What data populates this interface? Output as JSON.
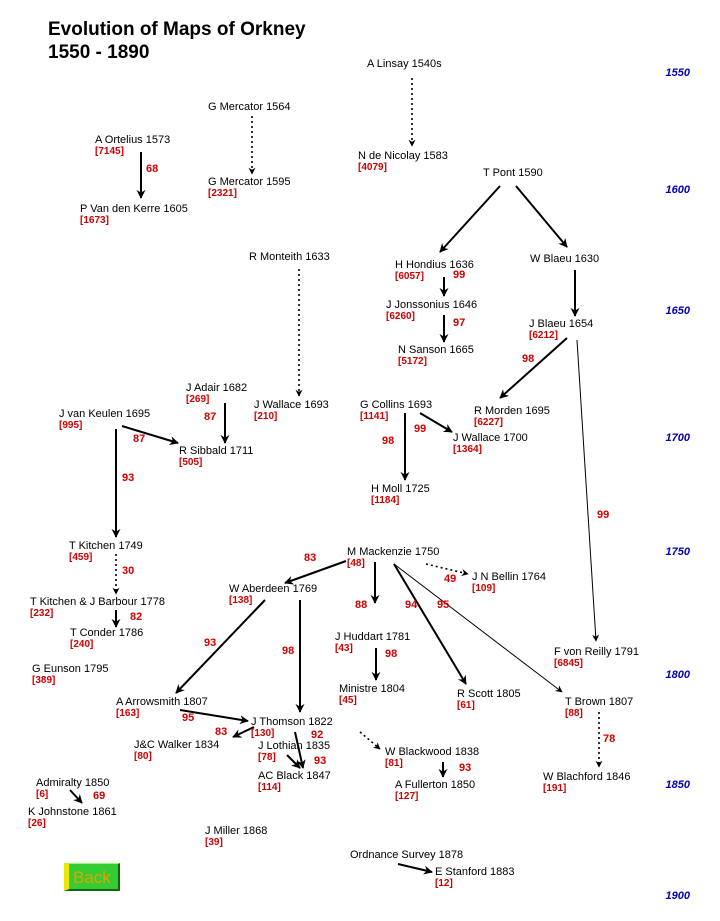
{
  "title": {
    "line1": "Evolution of Maps of Orkney",
    "line2": "1550 - 1890"
  },
  "years": [
    "1550",
    "1600",
    "1650",
    "1700",
    "1750",
    "1800",
    "1850",
    "1900"
  ],
  "nodes": [
    {
      "id": "linsay",
      "name": "A Linsay 1540s",
      "ref": ""
    },
    {
      "id": "mercator1564",
      "name": "G Mercator 1564",
      "ref": ""
    },
    {
      "id": "ortelius",
      "name": "A Ortelius 1573",
      "ref": "[7145]"
    },
    {
      "id": "nicolay",
      "name": "N de Nicolay 1583",
      "ref": "[4079]"
    },
    {
      "id": "mercator1595",
      "name": "G Mercator 1595",
      "ref": "[2321]"
    },
    {
      "id": "pont",
      "name": "T Pont 1590",
      "ref": ""
    },
    {
      "id": "kerre",
      "name": "P Van den Kerre 1605",
      "ref": "[1673]"
    },
    {
      "id": "monteith",
      "name": "R Monteith 1633",
      "ref": ""
    },
    {
      "id": "hondius",
      "name": "H Hondius 1636",
      "ref": "[6057]"
    },
    {
      "id": "wblaeu",
      "name": "W Blaeu 1630",
      "ref": ""
    },
    {
      "id": "jonssonius",
      "name": "J Jonssonius 1646",
      "ref": "[6260]"
    },
    {
      "id": "jblaeu",
      "name": "J Blaeu 1654",
      "ref": "[6212]"
    },
    {
      "id": "sanson",
      "name": "N Sanson 1665",
      "ref": "[5172]"
    },
    {
      "id": "adair",
      "name": "J Adair 1682",
      "ref": "[269]"
    },
    {
      "id": "wallace1693",
      "name": "J Wallace 1693",
      "ref": "[210]"
    },
    {
      "id": "collins",
      "name": "G Collins 1693",
      "ref": "[1141]"
    },
    {
      "id": "morden",
      "name": "R Morden 1695",
      "ref": "[6227]"
    },
    {
      "id": "keulen",
      "name": "J van Keulen 1695",
      "ref": "[995]"
    },
    {
      "id": "wallace1700",
      "name": "J Wallace 1700",
      "ref": "[1364]"
    },
    {
      "id": "sibbald",
      "name": "R Sibbald 1711",
      "ref": "[505]"
    },
    {
      "id": "moll",
      "name": "H Moll 1725",
      "ref": "[1184]"
    },
    {
      "id": "kitchen1749",
      "name": "T Kitchen 1749",
      "ref": "[459]"
    },
    {
      "id": "mackenzie",
      "name": "M Mackenzie 1750",
      "ref": "[48]"
    },
    {
      "id": "bellin",
      "name": "J N Bellin 1764",
      "ref": "[109]"
    },
    {
      "id": "aberdeen",
      "name": "W Aberdeen 1769",
      "ref": "[138]"
    },
    {
      "id": "kitbar",
      "name": "T Kitchen & J Barbour 1778",
      "ref": "[232]"
    },
    {
      "id": "huddart",
      "name": "J Huddart 1781",
      "ref": "[43]"
    },
    {
      "id": "conder",
      "name": "T Conder 1786",
      "ref": "[240]"
    },
    {
      "id": "reilly",
      "name": "F von Reilly 1791",
      "ref": "[6845]"
    },
    {
      "id": "eunson",
      "name": "G Eunson 1795",
      "ref": "[389]"
    },
    {
      "id": "ministre",
      "name": "Ministre 1804",
      "ref": "[45]"
    },
    {
      "id": "scott",
      "name": "R Scott 1805",
      "ref": "[61]"
    },
    {
      "id": "arrowsmith",
      "name": "A Arrowsmith 1807",
      "ref": "[163]"
    },
    {
      "id": "tbrown",
      "name": "T Brown 1807",
      "ref": "[88]"
    },
    {
      "id": "thomson",
      "name": "J Thomson 1822",
      "ref": "[130]"
    },
    {
      "id": "jcwalker",
      "name": "J&C Walker 1834",
      "ref": "[80]"
    },
    {
      "id": "lothian",
      "name": "J Lothian 1835",
      "ref": "[78]"
    },
    {
      "id": "blackwood",
      "name": "W Blackwood 1838",
      "ref": "[81]"
    },
    {
      "id": "blachford",
      "name": "W Blachford 1846",
      "ref": "[191]"
    },
    {
      "id": "acblack",
      "name": "AC Black 1847",
      "ref": "[114]"
    },
    {
      "id": "admiralty",
      "name": "Admiralty 1850",
      "ref": "[6]"
    },
    {
      "id": "fullerton",
      "name": "A Fullerton 1850",
      "ref": "[127]"
    },
    {
      "id": "johnstone",
      "name": "K Johnstone 1861",
      "ref": "[26]"
    },
    {
      "id": "miller",
      "name": "J Miller 1868",
      "ref": "[39]"
    },
    {
      "id": "ordnance",
      "name": "Ordnance Survey 1878",
      "ref": ""
    },
    {
      "id": "stanford",
      "name": "E Stanford 1883",
      "ref": "[12]"
    }
  ],
  "edges": [
    {
      "from": "linsay",
      "to": "nicolay",
      "style": "dotted",
      "label": ""
    },
    {
      "from": "mercator1564",
      "to": "mercator1595",
      "style": "dotted",
      "label": ""
    },
    {
      "from": "ortelius",
      "to": "kerre",
      "style": "solid",
      "label": "68"
    },
    {
      "from": "pont",
      "to": "hondius",
      "style": "solid",
      "label": ""
    },
    {
      "from": "pont",
      "to": "wblaeu",
      "style": "solid",
      "label": ""
    },
    {
      "from": "hondius",
      "to": "jonssonius",
      "style": "solid",
      "label": "99"
    },
    {
      "from": "jonssonius",
      "to": "sanson",
      "style": "solid",
      "label": "97"
    },
    {
      "from": "wblaeu",
      "to": "jblaeu",
      "style": "solid",
      "label": ""
    },
    {
      "from": "jblaeu",
      "to": "morden",
      "style": "solid",
      "label": "98"
    },
    {
      "from": "jblaeu",
      "to": "reilly",
      "style": "thin",
      "label": "99"
    },
    {
      "from": "monteith",
      "to": "wallace1693",
      "style": "dotted",
      "label": ""
    },
    {
      "from": "adair",
      "to": "sibbald",
      "style": "solid",
      "label": "87"
    },
    {
      "from": "keulen",
      "to": "sibbald",
      "style": "solid",
      "label": "87"
    },
    {
      "from": "collins",
      "to": "wallace1700",
      "style": "solid",
      "label": "99"
    },
    {
      "from": "collins",
      "to": "moll",
      "style": "solid",
      "label": "98"
    },
    {
      "from": "keulen",
      "to": "kitchen1749",
      "style": "solid",
      "label": "93"
    },
    {
      "from": "kitchen1749",
      "to": "kitbar",
      "style": "dotted",
      "label": "30"
    },
    {
      "from": "kitbar",
      "to": "conder",
      "style": "solid",
      "label": "82"
    },
    {
      "from": "mackenzie",
      "to": "aberdeen",
      "style": "solid",
      "label": "83"
    },
    {
      "from": "mackenzie",
      "to": "bellin",
      "style": "dotted",
      "label": "49"
    },
    {
      "from": "mackenzie",
      "to": "huddart",
      "style": "solid",
      "label": "88"
    },
    {
      "from": "mackenzie",
      "to": "scott",
      "style": "solid",
      "label": "94"
    },
    {
      "from": "mackenzie",
      "to": "tbrown",
      "style": "thin",
      "label": "95"
    },
    {
      "from": "huddart",
      "to": "ministre",
      "style": "solid",
      "label": "98"
    },
    {
      "from": "aberdeen",
      "to": "arrowsmith",
      "style": "solid",
      "label": "93"
    },
    {
      "from": "aberdeen",
      "to": "lothian",
      "style": "solid",
      "label": "98"
    },
    {
      "from": "arrowsmith",
      "to": "thomson",
      "style": "solid",
      "label": "95"
    },
    {
      "from": "thomson",
      "to": "jcwalker",
      "style": "solid",
      "label": "83"
    },
    {
      "from": "thomson",
      "to": "acblack",
      "style": "solid",
      "label": "92"
    },
    {
      "from": "lothian",
      "to": "acblack",
      "style": "solid",
      "label": "93"
    },
    {
      "from": "thomson",
      "to": "blackwood",
      "style": "dotted",
      "label": ""
    },
    {
      "from": "blackwood",
      "to": "fullerton",
      "style": "solid",
      "label": "93"
    },
    {
      "from": "tbrown",
      "to": "blachford",
      "style": "dotted",
      "label": "78"
    },
    {
      "from": "admiralty",
      "to": "johnstone",
      "style": "solid",
      "label": "69"
    },
    {
      "from": "ordnance",
      "to": "stanford",
      "style": "solid",
      "label": ""
    }
  ],
  "back_button": {
    "label": "Back"
  }
}
